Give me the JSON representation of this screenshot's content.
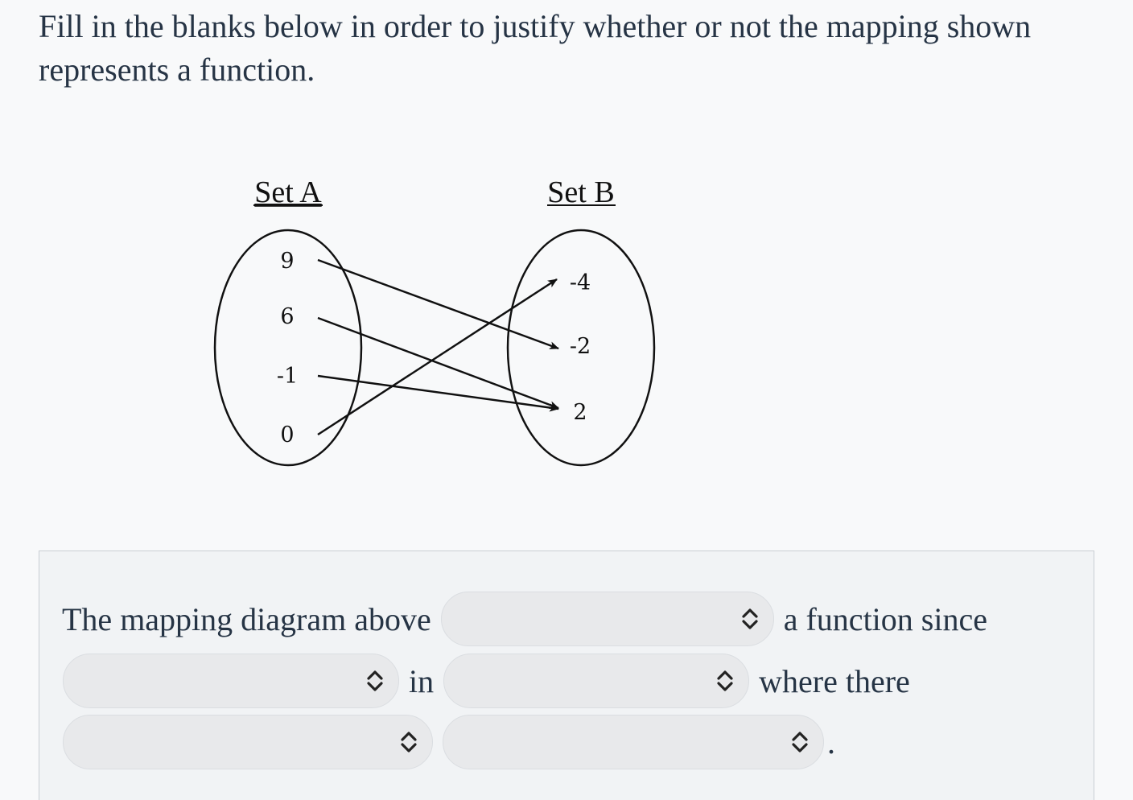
{
  "prompt": {
    "text": "Fill in the blanks below in order to justify whether or not the mapping shown represents a function."
  },
  "diagram": {
    "set_a_label": "Set A",
    "set_b_label": "Set B",
    "set_a": [
      "9",
      "6",
      "-1",
      "0"
    ],
    "set_b": [
      "-4",
      "-2",
      "2"
    ],
    "mappings": [
      {
        "from": "9",
        "to": "-2"
      },
      {
        "from": "6",
        "to": "2"
      },
      {
        "from": "-1",
        "to": "2"
      },
      {
        "from": "0",
        "to": "-4"
      }
    ]
  },
  "answer": {
    "text_1": "The mapping diagram above",
    "text_2": "a function since",
    "text_3": "in",
    "text_4": "where there",
    "text_5": ".",
    "dropdowns": [
      {
        "id": "is-is-not",
        "selected": ""
      },
      {
        "id": "reason-1",
        "selected": ""
      },
      {
        "id": "reason-2",
        "selected": ""
      },
      {
        "id": "reason-3",
        "selected": ""
      },
      {
        "id": "reason-4",
        "selected": ""
      }
    ]
  },
  "icons": {
    "dropdown": "chevron-up-down-icon"
  },
  "colors": {
    "text": "#263445",
    "panel_bg": "#f1f3f5",
    "panel_border": "#c9ced4",
    "select_bg": "#e8e9eb"
  }
}
